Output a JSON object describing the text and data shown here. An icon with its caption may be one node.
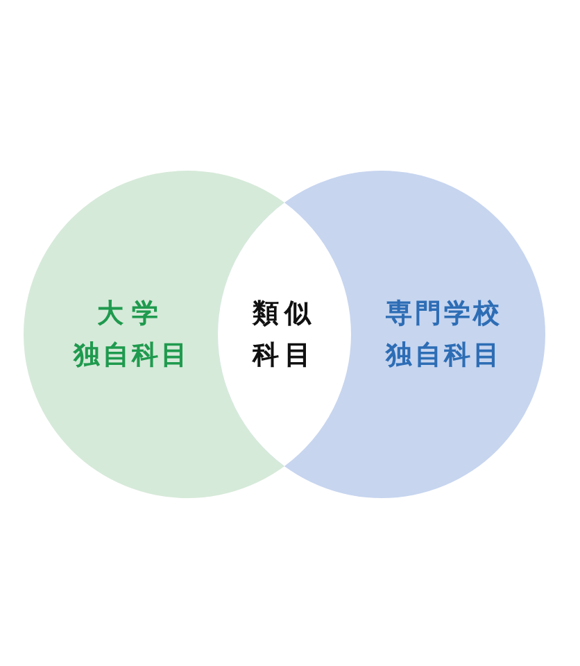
{
  "diagram": {
    "nodes": [
      {
        "text": [
          "大学独自科目"
        ]
      },
      {
        "text": [
          "専門学校独自科目"
        ]
      },
      {
        "text": [
          "類似科目"
        ]
      }
    ]
  }
}
